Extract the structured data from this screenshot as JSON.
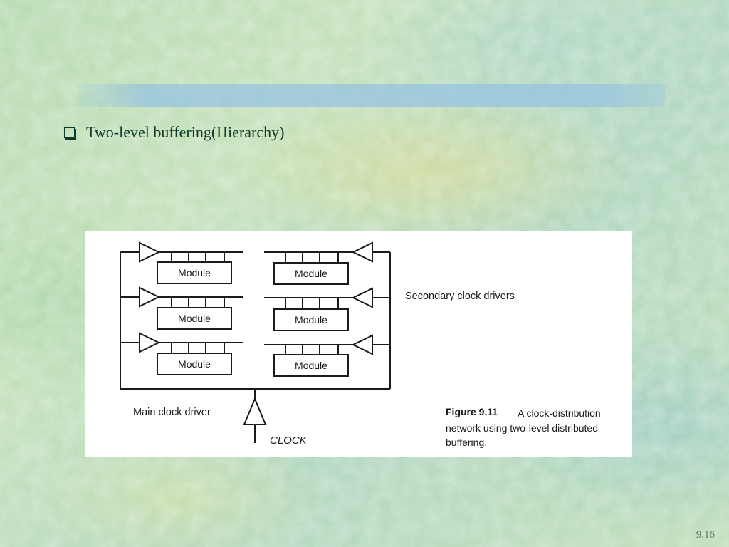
{
  "slide": {
    "bullet": "Two-level buffering(Hierarchy)",
    "page_number": "9.16"
  },
  "figure": {
    "module_label": "Module",
    "secondary_label": "Secondary clock drivers",
    "main_driver_label": "Main clock driver",
    "clock_label": "CLOCK",
    "caption_number": "Figure 9.11",
    "caption_line1": "A clock-distribution",
    "caption_line2": "network using two-level distributed",
    "caption_line3": "buffering."
  },
  "colors": {
    "bullet_text": "#0e3b2a",
    "diagram_ink": "#1a1a1a"
  }
}
